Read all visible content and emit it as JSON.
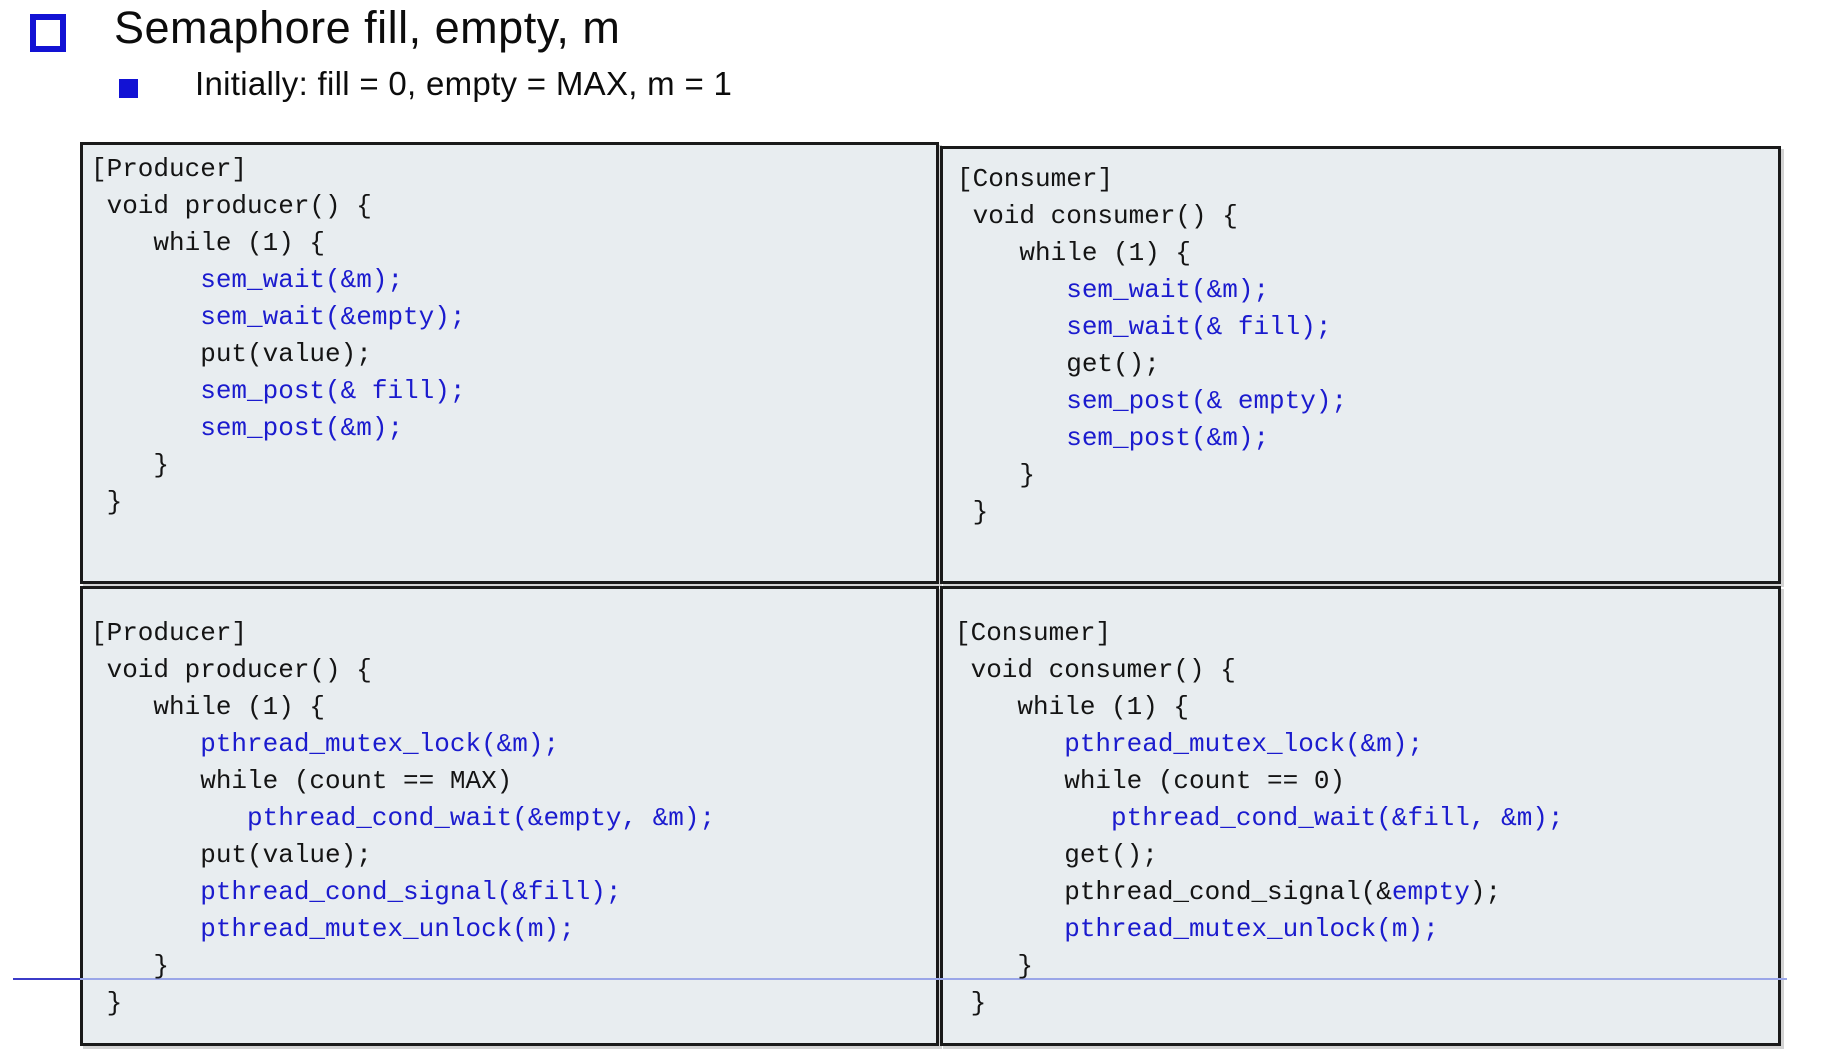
{
  "slide": {
    "title": "Semaphore fill, empty, m",
    "subtitle": "Initially: fill = 0, empty = MAX, m = 1"
  },
  "colors": {
    "code_blue": "#1b1bce",
    "code_black": "#141414",
    "box_bg": "#e8edf0",
    "box_border": "#1a1a1a",
    "bullet_blue": "#1212d4",
    "line_dark": "#3b3bc8",
    "line_light": "#9aa6e8"
  },
  "code_boxes": [
    {
      "name": "code-box-producer-semaphore",
      "pos": "tl",
      "lines": [
        [
          {
            "t": "[Producer]",
            "c": "k"
          }
        ],
        [
          {
            "t": " void producer() {",
            "c": "k"
          }
        ],
        [
          {
            "t": "    while (1) {",
            "c": "k"
          }
        ],
        [
          {
            "t": "       ",
            "c": "k"
          },
          {
            "t": "sem_wait(&m);",
            "c": "b"
          }
        ],
        [
          {
            "t": "       ",
            "c": "k"
          },
          {
            "t": "sem_wait(&empty);",
            "c": "b"
          }
        ],
        [
          {
            "t": "       put(value);",
            "c": "k"
          }
        ],
        [
          {
            "t": "       ",
            "c": "k"
          },
          {
            "t": "sem_post(& fill);",
            "c": "b"
          }
        ],
        [
          {
            "t": "       ",
            "c": "k"
          },
          {
            "t": "sem_post(&m);",
            "c": "b"
          }
        ],
        [
          {
            "t": "    }",
            "c": "k"
          }
        ],
        [
          {
            "t": " }",
            "c": "k"
          }
        ]
      ]
    },
    {
      "name": "code-box-consumer-semaphore",
      "pos": "tr",
      "lines": [
        [
          {
            "t": "[Consumer]",
            "c": "k"
          }
        ],
        [
          {
            "t": " void consumer() {",
            "c": "k"
          }
        ],
        [
          {
            "t": "    while (1) {",
            "c": "k"
          }
        ],
        [
          {
            "t": "       ",
            "c": "k"
          },
          {
            "t": "sem_wait(&m);",
            "c": "b"
          }
        ],
        [
          {
            "t": "       ",
            "c": "k"
          },
          {
            "t": "sem_wait(& fill);",
            "c": "b"
          }
        ],
        [
          {
            "t": "       get();",
            "c": "k"
          }
        ],
        [
          {
            "t": "       ",
            "c": "k"
          },
          {
            "t": "sem_post(& empty);",
            "c": "b"
          }
        ],
        [
          {
            "t": "       ",
            "c": "k"
          },
          {
            "t": "sem_post(&m);",
            "c": "b"
          }
        ],
        [
          {
            "t": "    }",
            "c": "k"
          }
        ],
        [
          {
            "t": " }",
            "c": "k"
          }
        ]
      ]
    },
    {
      "name": "code-box-producer-condvar",
      "pos": "bl",
      "lines": [
        [
          {
            "t": "[Producer]",
            "c": "k"
          }
        ],
        [
          {
            "t": " void producer() {",
            "c": "k"
          }
        ],
        [
          {
            "t": "    while (1) {",
            "c": "k"
          }
        ],
        [
          {
            "t": "       ",
            "c": "k"
          },
          {
            "t": "pthread_mutex_lock(&m);",
            "c": "b"
          }
        ],
        [
          {
            "t": "       while (count == MAX)",
            "c": "k"
          }
        ],
        [
          {
            "t": "          ",
            "c": "k"
          },
          {
            "t": "pthread_cond_wait(&empty, &m);",
            "c": "b"
          }
        ],
        [
          {
            "t": "       put(value);",
            "c": "k"
          }
        ],
        [
          {
            "t": "       ",
            "c": "k"
          },
          {
            "t": "pthread_cond_signal(&fill);",
            "c": "b"
          }
        ],
        [
          {
            "t": "       ",
            "c": "k"
          },
          {
            "t": "pthread_mutex_unlock(m);",
            "c": "b"
          }
        ],
        [
          {
            "t": "    }",
            "c": "k"
          }
        ],
        [
          {
            "t": " }",
            "c": "k"
          }
        ]
      ]
    },
    {
      "name": "code-box-consumer-condvar",
      "pos": "br",
      "lines": [
        [
          {
            "t": "[Consumer]",
            "c": "k"
          }
        ],
        [
          {
            "t": " void consumer() {",
            "c": "k"
          }
        ],
        [
          {
            "t": "    while (1) {",
            "c": "k"
          }
        ],
        [
          {
            "t": "       ",
            "c": "k"
          },
          {
            "t": "pthread_mutex_lock(&m);",
            "c": "b"
          }
        ],
        [
          {
            "t": "       while (count == 0)",
            "c": "k"
          }
        ],
        [
          {
            "t": "          ",
            "c": "k"
          },
          {
            "t": "pthread_cond_wait(&fill, &m);",
            "c": "b"
          }
        ],
        [
          {
            "t": "       get();",
            "c": "k"
          }
        ],
        [
          {
            "t": "       pthread_cond_signal(&",
            "c": "k"
          },
          {
            "t": "empty",
            "c": "b"
          },
          {
            "t": ");",
            "c": "k"
          }
        ],
        [
          {
            "t": "       ",
            "c": "k"
          },
          {
            "t": "pthread_mutex_unlock(m);",
            "c": "b"
          }
        ],
        [
          {
            "t": "    }",
            "c": "k"
          }
        ],
        [
          {
            "t": " }",
            "c": "k"
          }
        ]
      ]
    }
  ]
}
